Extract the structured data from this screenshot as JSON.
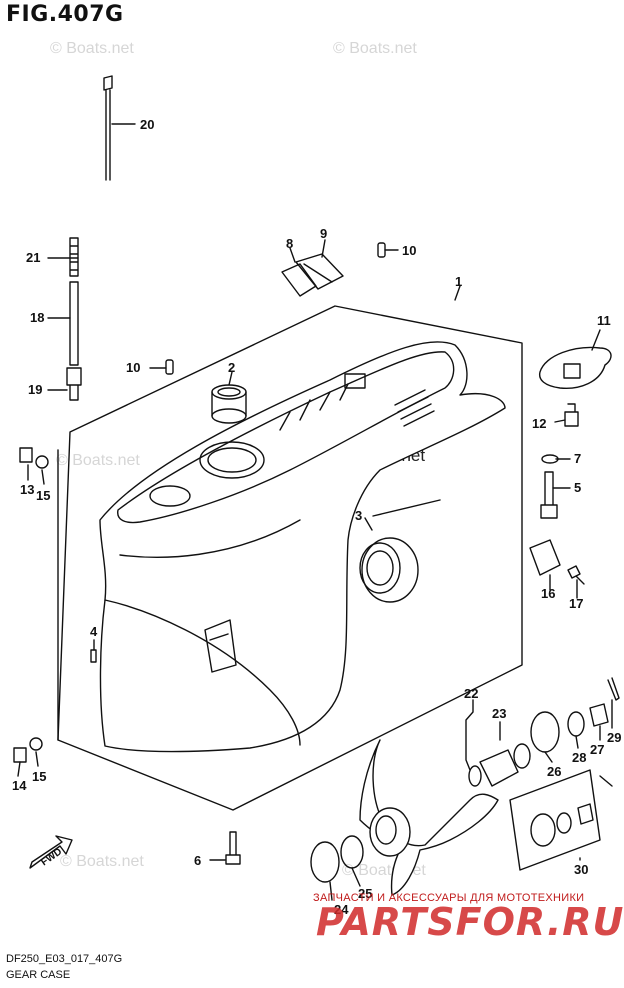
{
  "figure": {
    "title": "FIG.407G",
    "code": "DF250_E03_017_407G",
    "name": "GEAR CASE"
  },
  "watermark": {
    "text": "© Boats.net"
  },
  "brand": {
    "subtitle": "ЗАПЧАСТИ И АКСЕССУАРЫ ДЛЯ МОТОТЕХНИКИ",
    "logo_text": "PARTSFOR.RU"
  },
  "callouts": {
    "c1": "1",
    "c2": "2",
    "c3": "3",
    "c4": "4",
    "c5": "5",
    "c6": "6",
    "c7": "7",
    "c8": "8",
    "c9": "9",
    "c10a": "10",
    "c10b": "10",
    "c11": "11",
    "c12": "12",
    "c13": "13",
    "c14": "14",
    "c15a": "15",
    "c15b": "15",
    "c16": "16",
    "c17": "17",
    "c18": "18",
    "c19": "19",
    "c20": "20",
    "c21": "21",
    "c22": "22",
    "c23": "23",
    "c24": "24",
    "c25": "25",
    "c26": "26",
    "c27": "27",
    "c28": "28",
    "c29": "29",
    "c30": "30"
  },
  "fwd_label": "FWD",
  "colors": {
    "line": "#111111",
    "watermark": "#d6d6d6",
    "brand": "#d12a2a"
  }
}
